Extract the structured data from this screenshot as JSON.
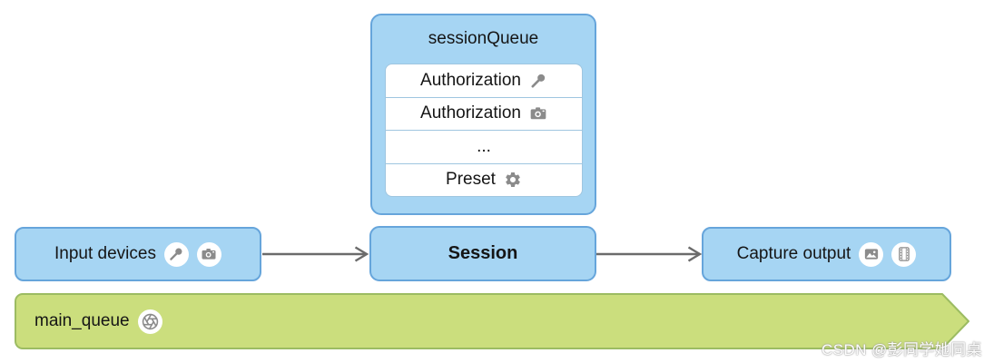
{
  "session_queue": {
    "title": "sessionQueue",
    "rows": [
      {
        "label": "Authorization",
        "icon": "microphone-icon"
      },
      {
        "label": "Authorization",
        "icon": "camera-icon"
      },
      {
        "label": "...",
        "icon": ""
      },
      {
        "label": "Preset",
        "icon": "gear-icon"
      }
    ]
  },
  "pipeline": {
    "input_devices": {
      "label": "Input devices",
      "icons": [
        "microphone-icon",
        "camera-icon"
      ]
    },
    "session": {
      "label": "Session"
    },
    "capture_output": {
      "label": "Capture output",
      "icons": [
        "photo-icon",
        "film-strip-icon"
      ]
    }
  },
  "main_queue": {
    "label": "main_queue",
    "icon": "aperture-icon"
  },
  "watermark": {
    "text": "CSDN @彭同学她同桌"
  },
  "colors": {
    "node_fill": "#a6d5f3",
    "node_border": "#66a5db",
    "list_divider": "#9fc6e0",
    "queue_fill": "#cbde7d",
    "queue_border": "#9cbc62",
    "arrow": "#6b6b6b",
    "icon_gray": "#8b8b8b",
    "text": "#151515"
  }
}
